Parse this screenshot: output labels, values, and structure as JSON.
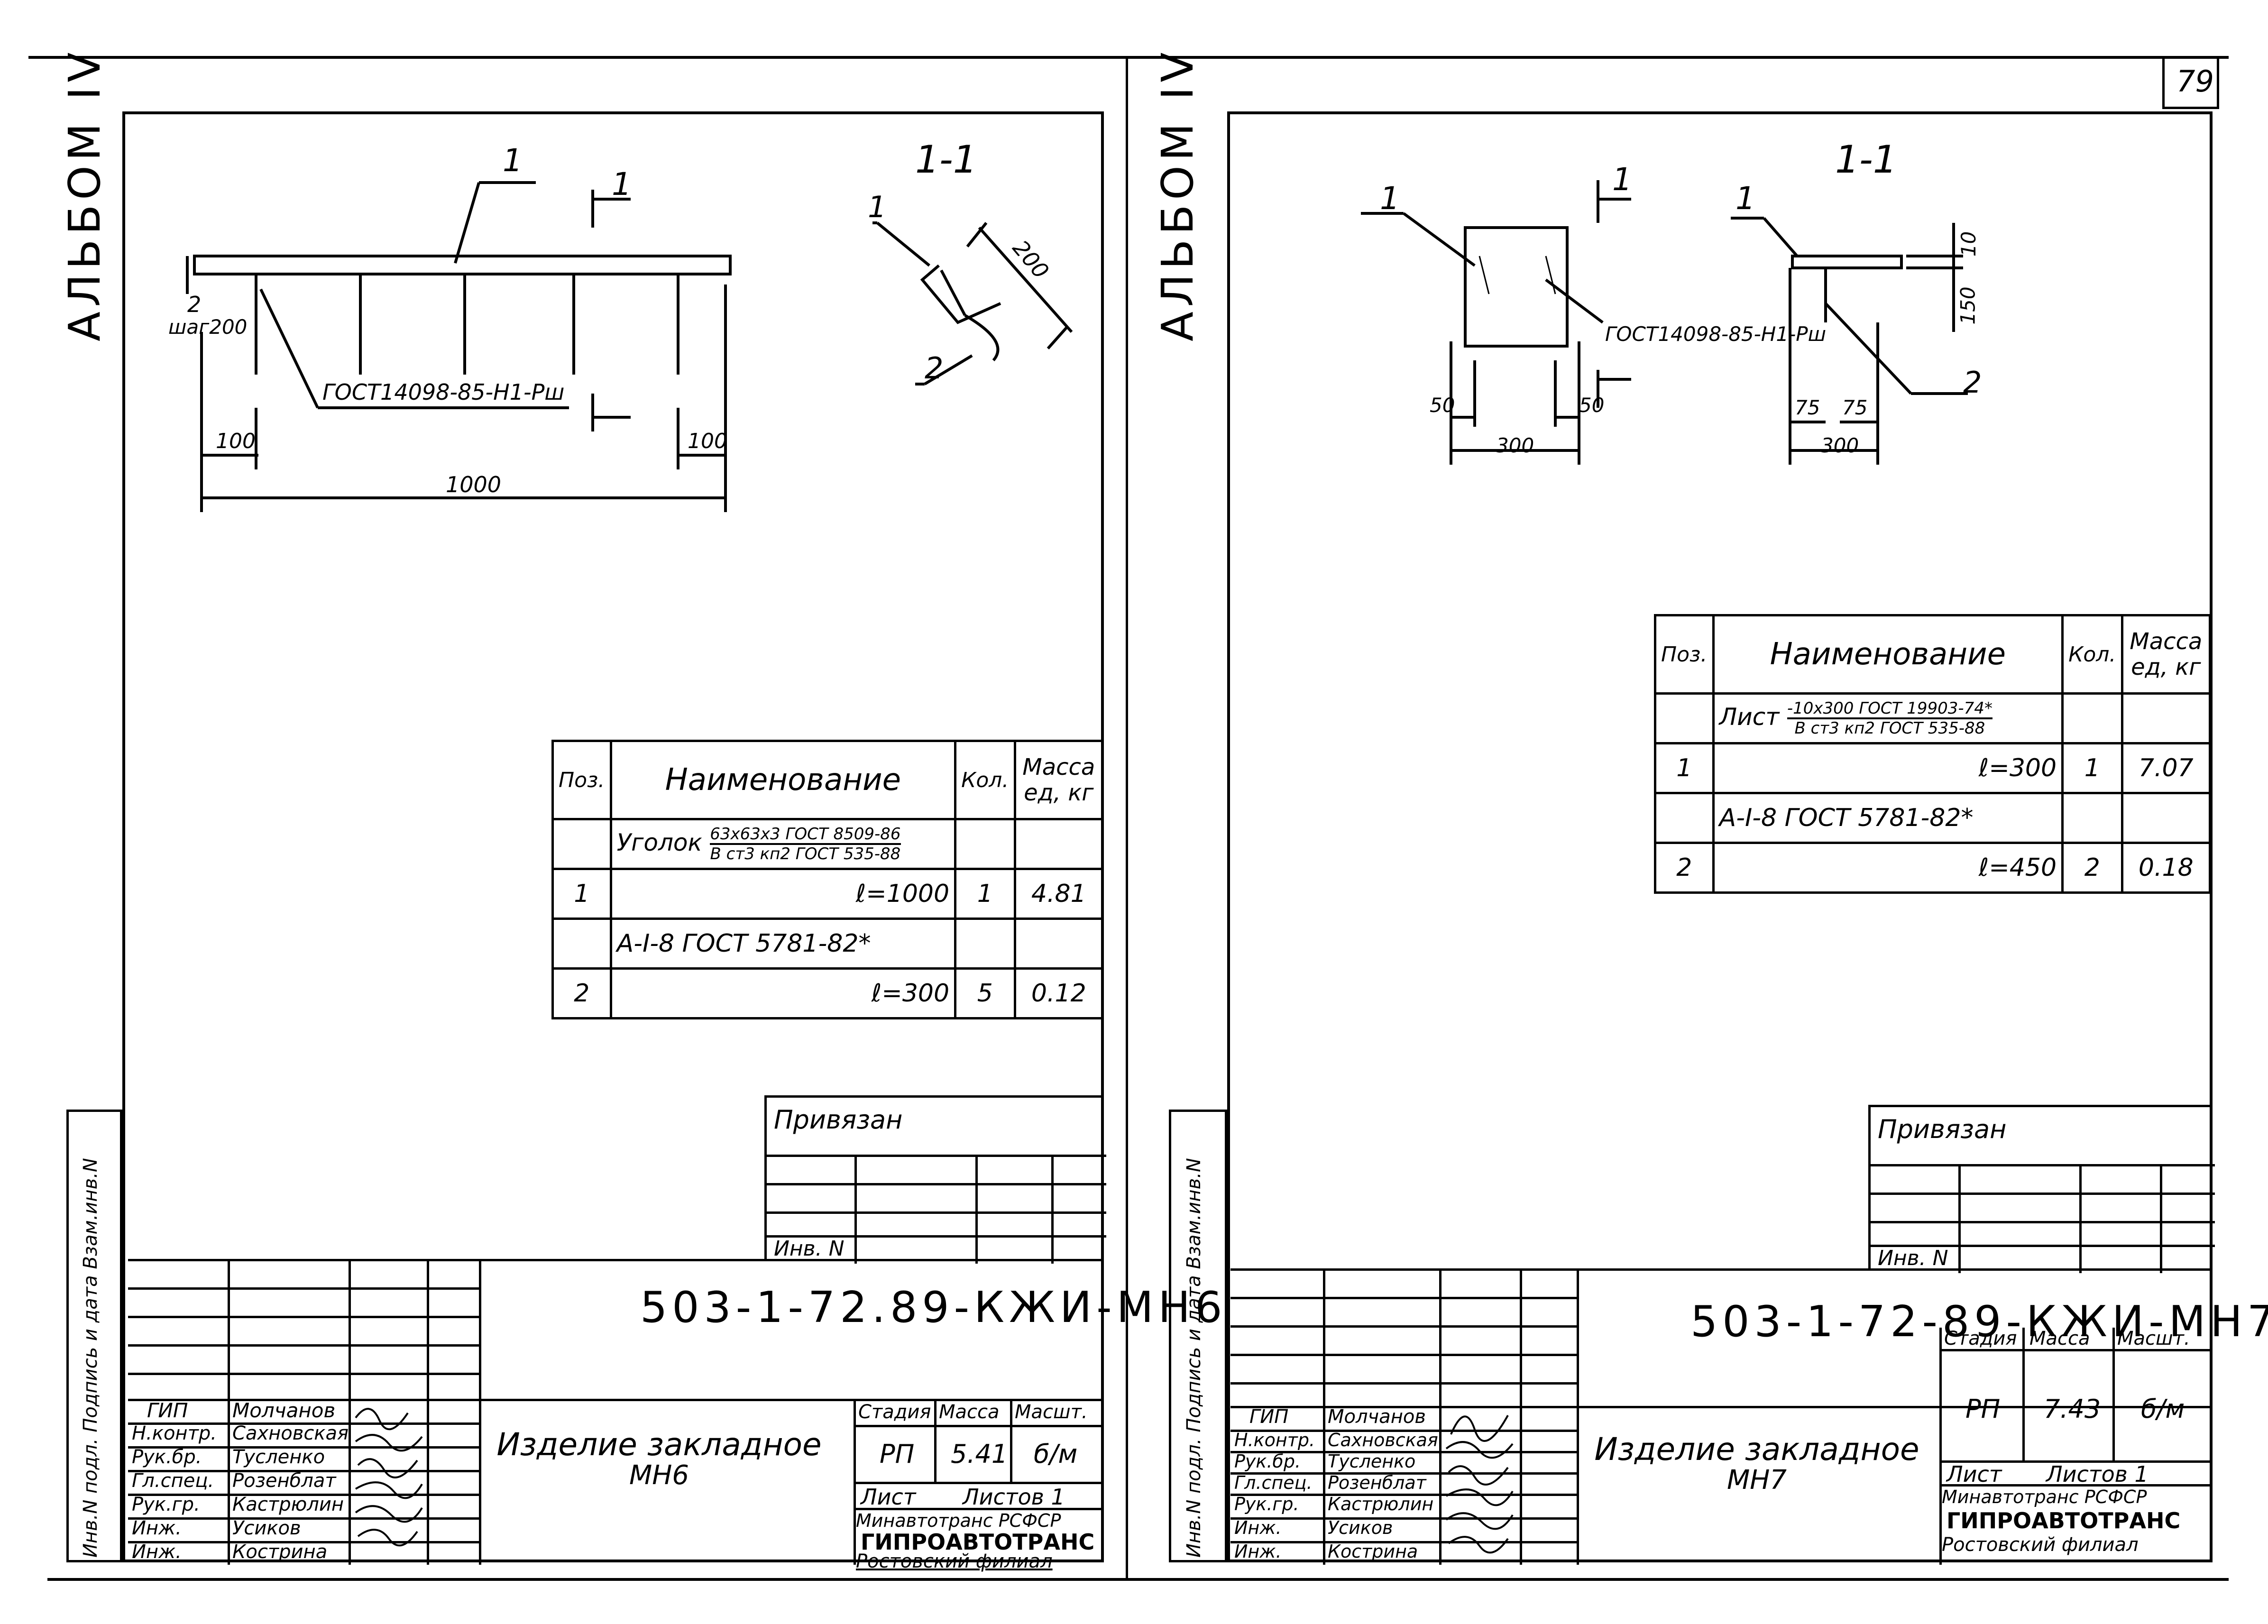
{
  "page_number": "79",
  "left": {
    "album": "АЛЬБОМ IV",
    "section": "1-1",
    "drawing": {
      "pos1": "1",
      "pos2": "2",
      "cut_mark": "1",
      "step": "шаг200",
      "weld": "ГОСТ14098-85-Н1-Рш",
      "dim_100a": "100",
      "dim_100b": "100",
      "dim_1000": "1000",
      "dim_200": "200"
    },
    "spec": {
      "h_pos": "Поз.",
      "h_name": "Наименование",
      "h_qty": "Кол.",
      "h_mass": "Масса ед, кг",
      "r0_name": "Уголок",
      "r0_top": "63x63x3 ГОСТ 8509-86",
      "r0_bot": "В ст3 кп2 ГОСТ 535-88",
      "r1_pos": "1",
      "r1_len": "ℓ=1000",
      "r1_qty": "1",
      "r1_mass": "4.81",
      "r2_name": "А-I-8 ГОСТ 5781-82*",
      "r3_pos": "2",
      "r3_len": "ℓ=300",
      "r3_qty": "5",
      "r3_mass": "0.12"
    },
    "tied": "Привязан",
    "inv": "Инв. N",
    "side_stamp": "Инв.N подл. Подпись и дата Взам.инв.N",
    "code": "503-1-72.89-КЖИ-МН6",
    "title_line1": "Изделие закладное",
    "title_line2": "МН6",
    "stage_h": "Стадия",
    "mass_h": "Масса",
    "scale_h": "Масшт.",
    "stage": "РП",
    "mass": "5.41",
    "scale": "б/м",
    "sheet": "Лист",
    "sheets": "Листов 1",
    "org1": "Минавтотранс РСФСР",
    "org2": "ГИПРОАВТОТРАНС",
    "org3": "Ростовский филиал",
    "staff": [
      {
        "role": "ГИП",
        "name": "Молчанов"
      },
      {
        "role": "Н.контр.",
        "name": "Сахновская"
      },
      {
        "role": "Рук.бр.",
        "name": "Тусленко"
      },
      {
        "role": "Гл.спец.",
        "name": "Розенблат"
      },
      {
        "role": "Рук.гр.",
        "name": "Кастрюлин"
      },
      {
        "role": "Инж.",
        "name": "Усиков"
      },
      {
        "role": "Инж.",
        "name": "Кострина"
      }
    ]
  },
  "right": {
    "album": "АЛЬБОМ IV",
    "section": "1-1",
    "drawing": {
      "pos1": "1",
      "pos1b": "1",
      "pos2": "2",
      "cut_mark": "1",
      "weld": "ГОСТ14098-85-Н1-Рш",
      "dim_50a": "50",
      "dim_50b": "50",
      "dim_300a": "300",
      "dim_75a": "75",
      "dim_75b": "75",
      "dim_300b": "300",
      "dim_150": "150",
      "dim_10": "10"
    },
    "spec": {
      "h_pos": "Поз.",
      "h_name": "Наименование",
      "h_qty": "Кол.",
      "h_mass": "Масса ед, кг",
      "r0_name": "Лист",
      "r0_top": "-10x300 ГОСТ 19903-74*",
      "r0_bot": "В ст3 кп2 ГОСТ 535-88",
      "r1_pos": "1",
      "r1_len": "ℓ=300",
      "r1_qty": "1",
      "r1_mass": "7.07",
      "r2_name": "А-I-8 ГОСТ 5781-82*",
      "r3_pos": "2",
      "r3_len": "ℓ=450",
      "r3_qty": "2",
      "r3_mass": "0.18"
    },
    "tied": "Привязан",
    "inv": "Инв. N",
    "side_stamp": "Инв.N подл. Подпись и дата Взам.инв.N",
    "code": "503-1-72-89-КЖИ-МН7",
    "title_line1": "Изделие закладное",
    "title_line2": "МН7",
    "stage_h": "Стадия",
    "mass_h": "Масса",
    "scale_h": "Масшт.",
    "stage": "РП",
    "mass": "7.43",
    "scale": "б/м",
    "sheet": "Лист",
    "sheets": "Листов 1",
    "org1": "Минавтотранс РСФСР",
    "org2": "ГИПРОАВТОТРАНС",
    "org3": "Ростовский филиал",
    "staff": [
      {
        "role": "ГИП",
        "name": "Молчанов"
      },
      {
        "role": "Н.контр.",
        "name": "Сахновская"
      },
      {
        "role": "Рук.бр.",
        "name": "Тусленко"
      },
      {
        "role": "Гл.спец.",
        "name": "Розенблат"
      },
      {
        "role": "Рук.гр.",
        "name": "Кастрюлин"
      },
      {
        "role": "Инж.",
        "name": "Усиков"
      },
      {
        "role": "Инж.",
        "name": "Кострина"
      }
    ]
  }
}
